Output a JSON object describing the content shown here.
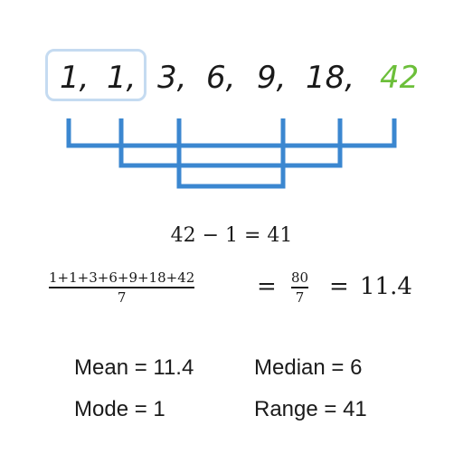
{
  "sequence": {
    "items": [
      "1,",
      "1,",
      "3,",
      "6,",
      "9,",
      "18,",
      "42"
    ],
    "highlight_index": 6
  },
  "colors": {
    "bracket": "#3b87d0",
    "mode_box_border": "#c5dbf1",
    "highlight_text": "#6cbf3a",
    "text": "#1a1a1a"
  },
  "range_equation": "42 − 1 = 41",
  "mean_equation": {
    "numerator": "1+1+3+6+9+18+42",
    "denominator": "7",
    "equals_1": "=",
    "frac_numerator": "80",
    "frac_denominator": "7",
    "equals_2": "=",
    "result": "11.4"
  },
  "stats": {
    "mean": "Mean = 11.4",
    "median": "Median = 6",
    "mode": "Mode = 1",
    "range": "Range = 41"
  }
}
